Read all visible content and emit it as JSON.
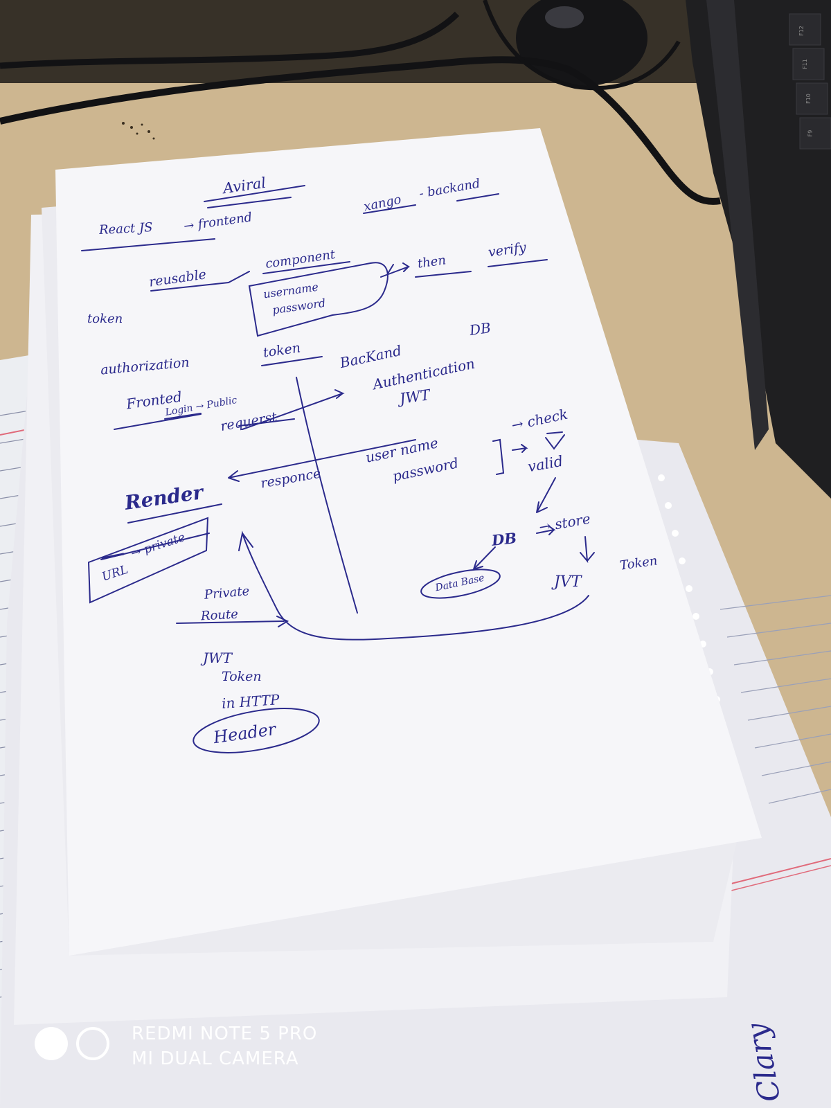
{
  "scene": {
    "desk_color": "#cdb690",
    "paper_color": "#f6f6f9",
    "ink_color": "#2b2a8c",
    "objects": [
      "cable",
      "mouse",
      "keyboard",
      "notebook-stack",
      "paper-sheet"
    ]
  },
  "keyboard": {
    "keys": [
      "F12",
      "F11",
      "F10",
      "F9"
    ]
  },
  "notes": {
    "aviral": "Aviral",
    "react_js": "React JS",
    "arrow_frontend": "→ frontend",
    "xango": "xango",
    "backend": "- backand",
    "reusable": "reusable",
    "component": "component",
    "then": "then",
    "verify": "verify",
    "username": "username",
    "password_box": "password",
    "token": "token",
    "authorization": "authorization",
    "token2": "token",
    "backand2": "BacKand",
    "db_top": "DB",
    "authentication": "Authentication",
    "jwt_top": "JWT",
    "fronted": "Fronted",
    "login_public": "Login → Public",
    "requerst": "requerst",
    "user_name": "user name",
    "password_mid": "password",
    "check": "→ check",
    "valid": "valid",
    "render": "Render",
    "responce": "responce",
    "private": "→ private",
    "url": "URL",
    "db_store_db": "DB",
    "store": "→ store",
    "data_base": "Data Base",
    "jvt": "JVT",
    "token_right": "Token",
    "private2": "Private",
    "route": "Route",
    "jwt_bottom": "JWT",
    "token_bottom": "Token",
    "in_http": "in HTTP",
    "header": "Header"
  },
  "notebook": {
    "word": "Clary"
  },
  "watermark": {
    "line1": "REDMI NOTE 5 PRO",
    "line2": "MI DUAL CAMERA"
  }
}
